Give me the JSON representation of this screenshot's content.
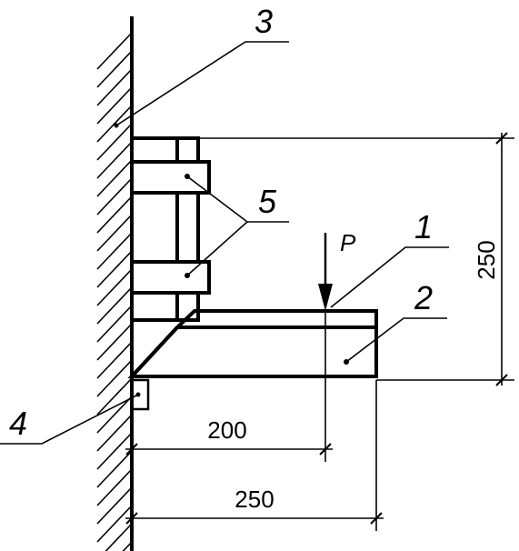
{
  "labels": {
    "item_1": "1",
    "item_2": "2",
    "item_3": "3",
    "item_4": "4",
    "item_5": "5"
  },
  "load": {
    "symbol": "P"
  },
  "dimensions": {
    "height": "250",
    "horizontal_to_load": "200",
    "horizontal_total": "250"
  },
  "colors": {
    "line": "#000000",
    "background": "#ffffff"
  }
}
